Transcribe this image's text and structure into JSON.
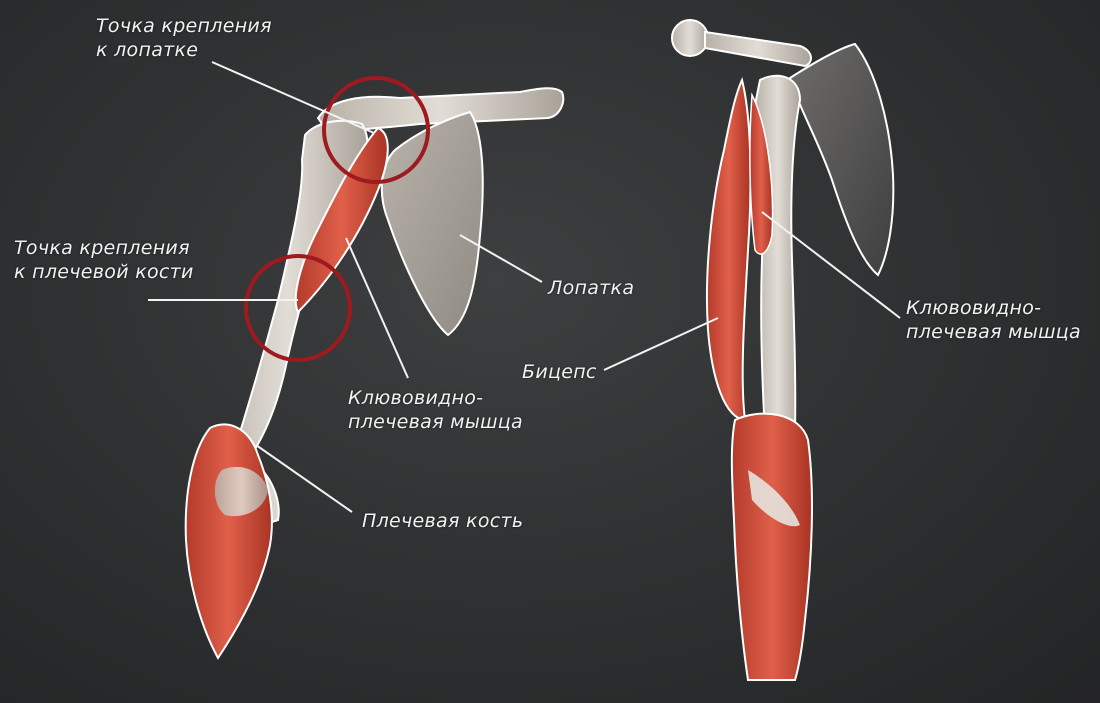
{
  "labels": {
    "scapula_attachment": [
      "Точка крепления",
      "к лопатке"
    ],
    "humerus_attachment": [
      "Точка крепления",
      "к плечевой кости"
    ],
    "scapula": "Лопатка",
    "coracobrachialis_left": [
      "Клювовидно-",
      "плечевая мышца"
    ],
    "humerus": "Плечевая кость",
    "biceps": "Бицепс",
    "coracobrachialis_right": [
      "Клювовидно-",
      "плечевая мышца"
    ]
  },
  "colors": {
    "background": "#2b2d2e",
    "bone": "#cfc9c1",
    "muscle": "#d9503c",
    "highlight_circle": "#9e1a1f",
    "text": "#f2f2f2"
  }
}
